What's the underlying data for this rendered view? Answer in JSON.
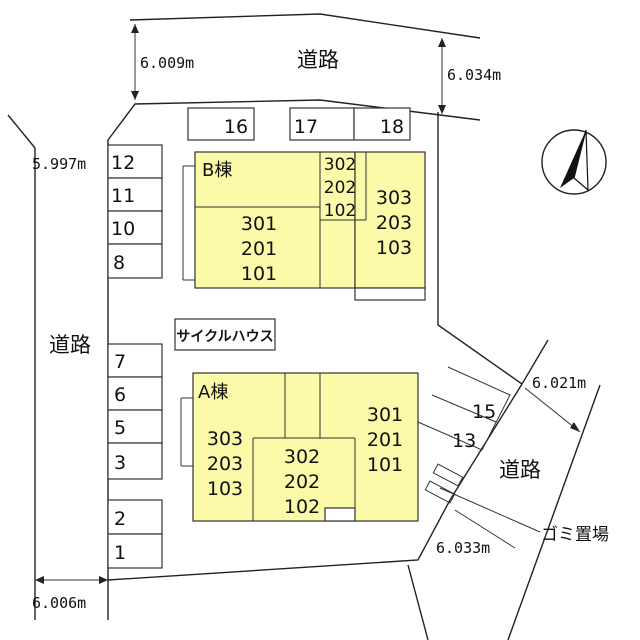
{
  "roads": {
    "top": "道路",
    "left": "道路",
    "right": "道路"
  },
  "widths": {
    "top_left": "6.009m",
    "top_right": "6.034m",
    "left": "5.997m",
    "right": "6.021m",
    "bottom_right": "6.033m",
    "bottom_left": "6.006m"
  },
  "parking": {
    "top": [
      "16",
      "17",
      "18"
    ],
    "left_upper": [
      "12",
      "11",
      "10",
      "8"
    ],
    "left_lower": [
      "7",
      "6",
      "5",
      "3",
      "2",
      "1"
    ],
    "right": [
      "15",
      "13"
    ]
  },
  "building_b": {
    "name": "B棟",
    "units_left": [
      "301",
      "201",
      "101"
    ],
    "units_mid": [
      "302",
      "202",
      "102"
    ],
    "units_right": [
      "303",
      "203",
      "103"
    ]
  },
  "building_a": {
    "name": "A棟",
    "units_left": [
      "303",
      "203",
      "103"
    ],
    "units_mid": [
      "302",
      "202",
      "102"
    ],
    "units_right": [
      "301",
      "201",
      "101"
    ]
  },
  "cycle_house": "サイクルハウス",
  "garbage": "ゴミ置場",
  "colors": {
    "building": "#fafaa8",
    "line": "#222222"
  },
  "north_arrow": "north-arrow-icon"
}
